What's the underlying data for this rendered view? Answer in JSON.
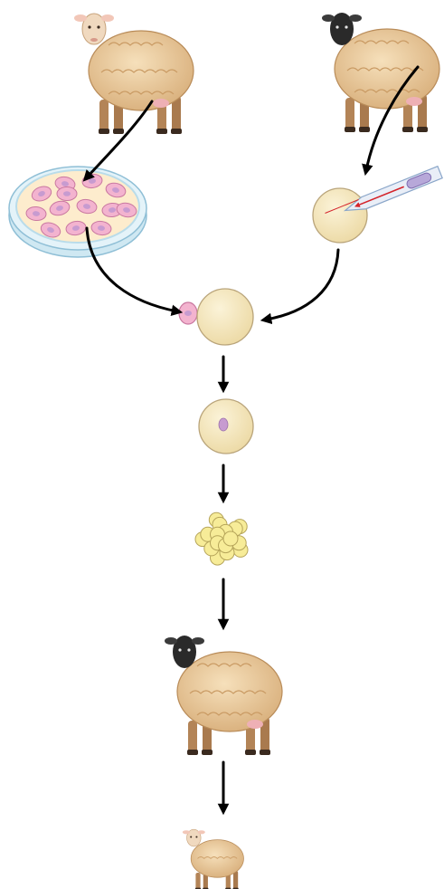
{
  "diagram": {
    "type": "process-flow",
    "palette": {
      "wool": "#e8c79a",
      "wool_shade": "#c99a63",
      "wool_light": "#f4ddb7",
      "face_white": "#f0d9bf",
      "face_black": "#2a2a2a",
      "leg": "#b38457",
      "hoof": "#3a2a1f",
      "udder": "#eeb0b5",
      "dish_rim": "#b9dcea",
      "dish_fill": "#fdeccd",
      "cell": "#f3b3cf",
      "cell_edge": "#c978a0",
      "nucleus": "#c79bd0",
      "egg": "#f6e7bd",
      "egg_edge": "#b9a47a",
      "embryo": "#f7ec98",
      "embryo_edge": "#b6a55a",
      "pipette": "#e9eef7",
      "pipette_edge": "#8aa6c9",
      "pipette_arrow": "#d4232a",
      "arrow": "#000000"
    },
    "nodes": [
      {
        "id": "donor-sheep",
        "icon": "white-faced-sheep-icon"
      },
      {
        "id": "egg-donor-sheep",
        "icon": "black-faced-sheep-icon"
      },
      {
        "id": "cell-culture",
        "icon": "petri-dish-icon",
        "cell_count": 13
      },
      {
        "id": "enucleation",
        "icon": "micropipette-icon"
      },
      {
        "id": "fusion",
        "icon": "egg-and-cell-icon"
      },
      {
        "id": "fused-egg",
        "icon": "egg-with-nucleus-icon"
      },
      {
        "id": "embryo",
        "icon": "embryo-cluster-icon",
        "cell_count": 16
      },
      {
        "id": "surrogate-sheep",
        "icon": "black-faced-sheep-icon"
      },
      {
        "id": "lamb",
        "icon": "lamb-icon"
      }
    ],
    "edges": [
      {
        "from": "donor-sheep",
        "to": "cell-culture"
      },
      {
        "from": "egg-donor-sheep",
        "to": "enucleation"
      },
      {
        "from": "cell-culture",
        "to": "fusion"
      },
      {
        "from": "enucleation",
        "to": "fusion"
      },
      {
        "from": "fusion",
        "to": "fused-egg"
      },
      {
        "from": "fused-egg",
        "to": "embryo"
      },
      {
        "from": "embryo",
        "to": "surrogate-sheep"
      },
      {
        "from": "surrogate-sheep",
        "to": "lamb"
      }
    ]
  }
}
